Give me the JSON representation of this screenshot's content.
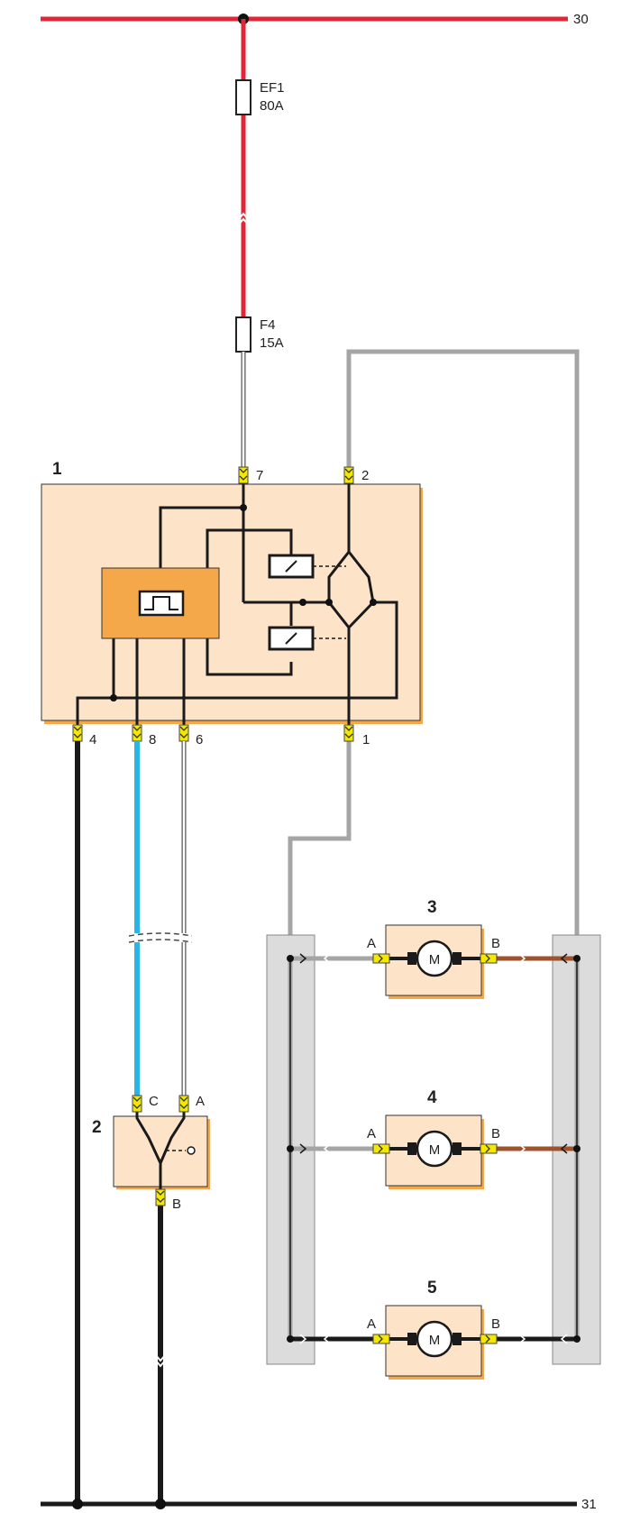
{
  "terminals": {
    "top": "30",
    "bottom": "31"
  },
  "fuses": [
    {
      "name": "EF1",
      "rating": "80A"
    },
    {
      "name": "F4",
      "rating": "15A"
    }
  ],
  "components": {
    "module": "1",
    "switch": "2",
    "motors": [
      "3",
      "4",
      "5"
    ],
    "motor_symbol": "M"
  },
  "module_pins": {
    "top_left": "7",
    "top_right": "2",
    "bottom": [
      "4",
      "8",
      "6",
      "1"
    ]
  },
  "switch_pins": {
    "c": "C",
    "a": "A",
    "b": "B"
  },
  "motor_pins": {
    "a": "A",
    "b": "B"
  },
  "colors": {
    "battery_wire": "#e32636",
    "ground_wire": "#1a1a1a",
    "signal_blue": "#29b5e8",
    "bus_gray": "#a5a5a5",
    "brown_wire": "#a0522d",
    "component_fill": "#fde3c8",
    "timer_fill": "#f5a849",
    "connector_yellow": "#f5e800",
    "harness_fill": "#dcdcdc"
  }
}
